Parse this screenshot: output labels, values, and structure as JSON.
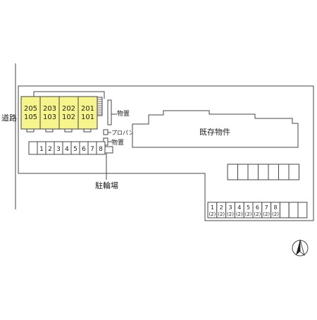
{
  "labels": {
    "road": "道路",
    "storage_top": "物置",
    "propane": "プロパン庫",
    "storage_bottom": "物置",
    "bicycle_parking": "駐輪場",
    "existing_building": "既存物件"
  },
  "units": [
    {
      "upper": "205",
      "lower": "105"
    },
    {
      "upper": "203",
      "lower": "103"
    },
    {
      "upper": "202",
      "lower": "102"
    },
    {
      "upper": "201",
      "lower": "101"
    }
  ],
  "parking_left": [
    "",
    "1",
    "2",
    "3",
    "4",
    "5",
    "6",
    "7",
    "8"
  ],
  "parking_right_bottom": [
    {
      "num": "1",
      "sub": "(2)"
    },
    {
      "num": "2",
      "sub": "(2)"
    },
    {
      "num": "3",
      "sub": "(2)"
    },
    {
      "num": "4",
      "sub": "(2)"
    },
    {
      "num": "5",
      "sub": "(2)"
    },
    {
      "num": "6",
      "sub": "(2)"
    },
    {
      "num": "7",
      "sub": "(2)"
    },
    {
      "num": "8",
      "sub": "(2)"
    },
    {
      "num": "",
      "sub": ""
    },
    {
      "num": "",
      "sub": ""
    },
    {
      "num": "",
      "sub": ""
    }
  ],
  "parking_right_top_count": 7,
  "colors": {
    "unit_fill": "#f6f58c",
    "line": "#444444",
    "background": "#ffffff"
  },
  "icons": {
    "north": "north-arrow-icon"
  }
}
